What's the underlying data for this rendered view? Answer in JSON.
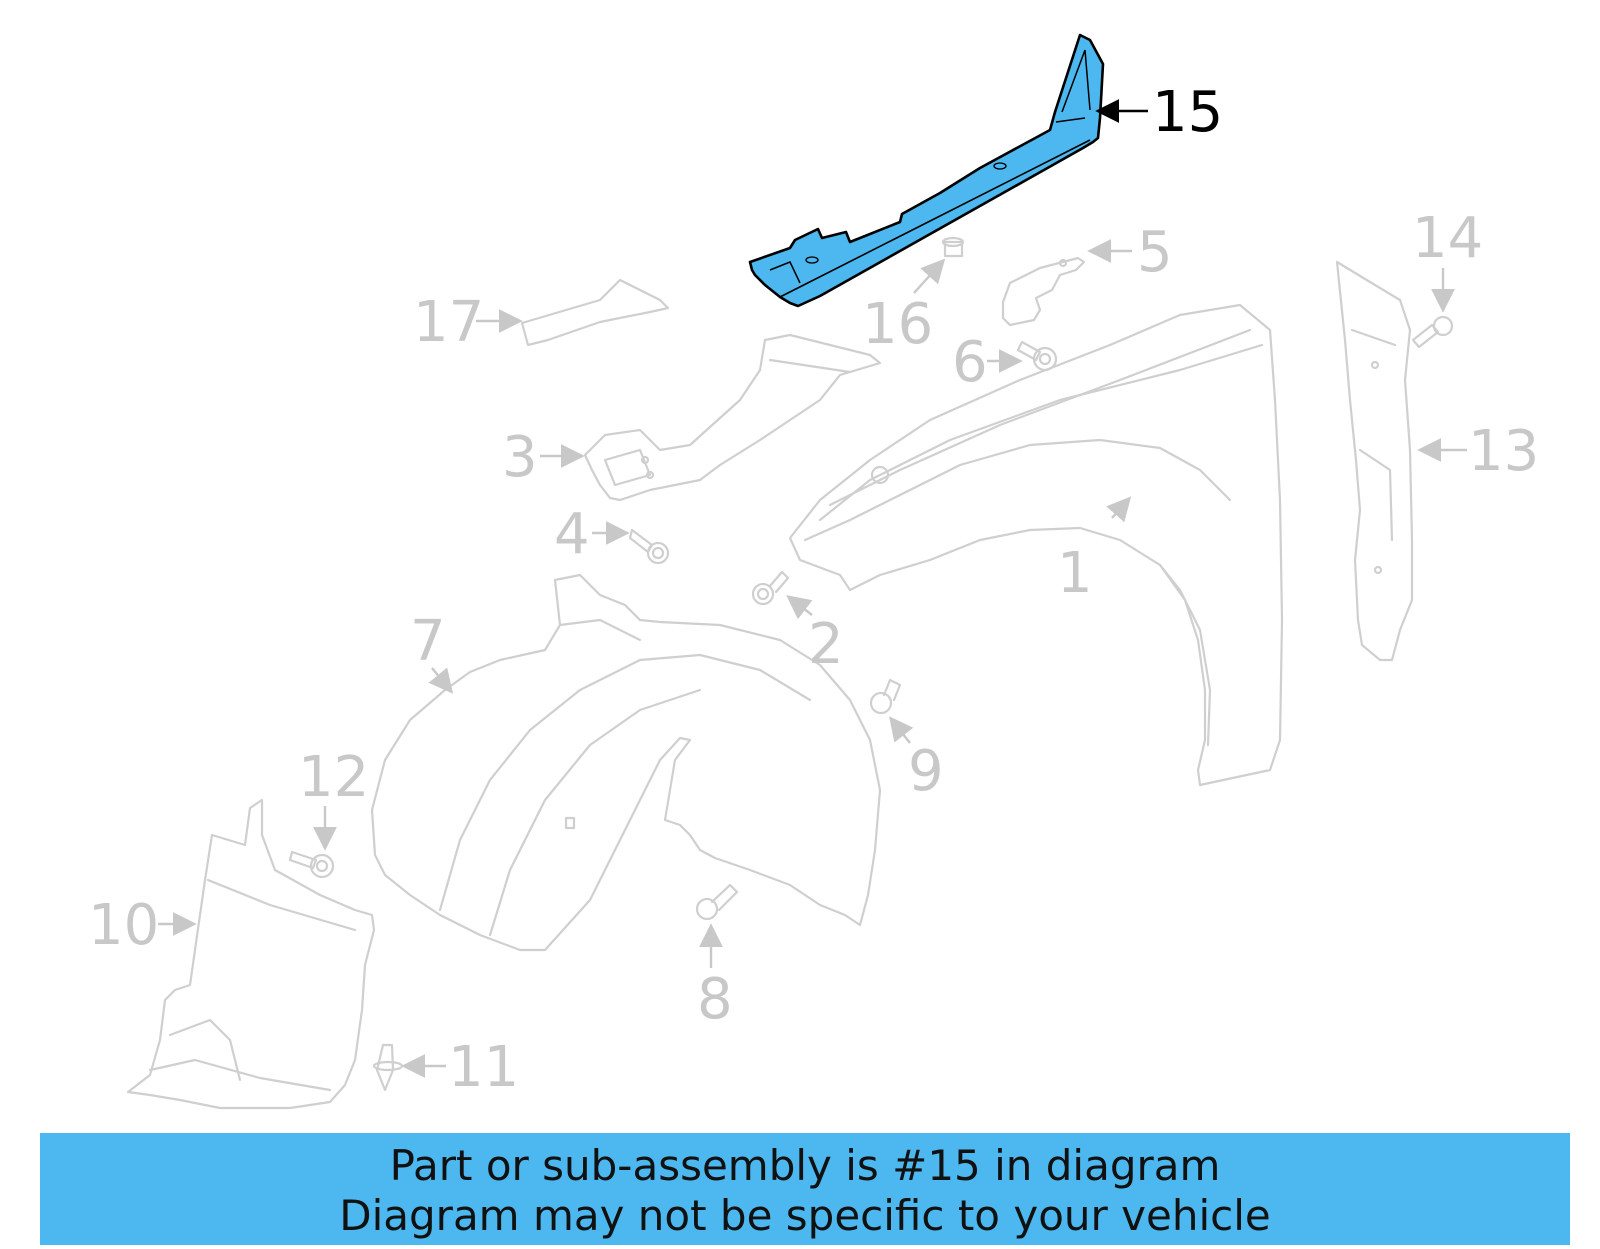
{
  "callouts": [
    {
      "id": "1",
      "label": "1"
    },
    {
      "id": "2",
      "label": "2"
    },
    {
      "id": "3",
      "label": "3"
    },
    {
      "id": "4",
      "label": "4"
    },
    {
      "id": "5",
      "label": "5"
    },
    {
      "id": "6",
      "label": "6"
    },
    {
      "id": "7",
      "label": "7"
    },
    {
      "id": "8",
      "label": "8"
    },
    {
      "id": "9",
      "label": "9"
    },
    {
      "id": "10",
      "label": "10"
    },
    {
      "id": "11",
      "label": "11"
    },
    {
      "id": "12",
      "label": "12"
    },
    {
      "id": "13",
      "label": "13"
    },
    {
      "id": "14",
      "label": "14"
    },
    {
      "id": "15",
      "label": "15"
    },
    {
      "id": "16",
      "label": "16"
    },
    {
      "id": "17",
      "label": "17"
    }
  ],
  "highlighted_part": "15",
  "colors": {
    "highlight_fill": "#4cb8ef",
    "highlight_stroke": "#000000",
    "line_art": "#cfcfcf",
    "callout_text": "#c8c8c8",
    "banner_bg": "#4cb8ef"
  },
  "banner": {
    "line1": "Part or sub-assembly is #15 in diagram",
    "line2": "Diagram may not be specific to your vehicle"
  }
}
